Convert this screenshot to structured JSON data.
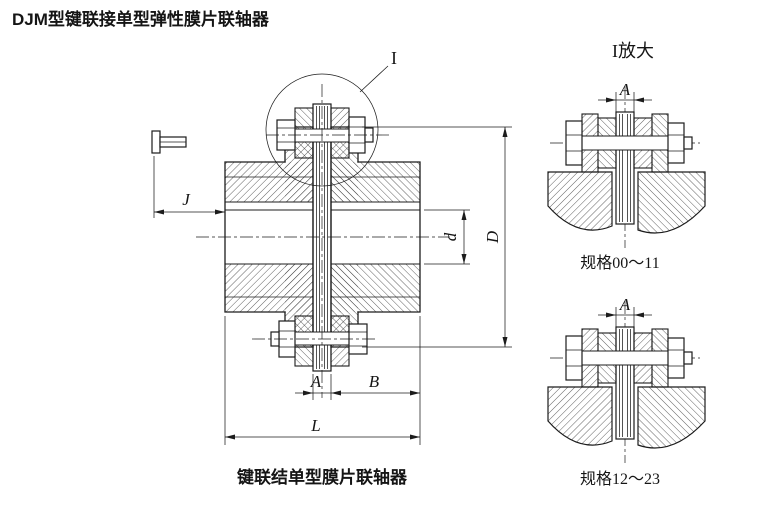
{
  "page": {
    "title": "DJM型键联接单型弹性膜片联轴器"
  },
  "main_view": {
    "caption": "键联结单型膜片联轴器",
    "detail_marker": "I",
    "dimensions": {
      "J": "J",
      "d": "d",
      "D": "D",
      "A": "A",
      "B": "B",
      "L": "L"
    }
  },
  "detail_section": {
    "heading": "I放大",
    "views": [
      {
        "dim_label": "A",
        "caption": "规格00～11"
      },
      {
        "dim_label": "A",
        "caption": "规格12～23"
      }
    ]
  },
  "colors": {
    "ink": "#1c1c1c",
    "background": "#ffffff"
  }
}
